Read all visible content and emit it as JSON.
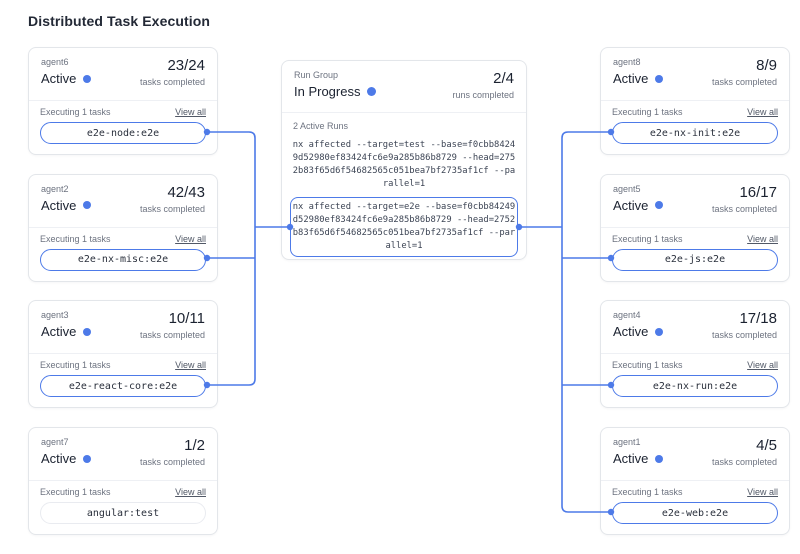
{
  "colors": {
    "accent": "#4d7ae8"
  },
  "title": "Distributed Task Execution",
  "left_agents": [
    {
      "name": "agent6",
      "status": "Active",
      "count": "23/24",
      "count_label": "tasks completed",
      "executing_label": "Executing 1 tasks",
      "view_all_label": "View all",
      "task": "e2e-node:e2e",
      "connected": true
    },
    {
      "name": "agent2",
      "status": "Active",
      "count": "42/43",
      "count_label": "tasks completed",
      "executing_label": "Executing 1 tasks",
      "view_all_label": "View all",
      "task": "e2e-nx-misc:e2e",
      "connected": true
    },
    {
      "name": "agent3",
      "status": "Active",
      "count": "10/11",
      "count_label": "tasks completed",
      "executing_label": "Executing 1 tasks",
      "view_all_label": "View all",
      "task": "e2e-react-core:e2e",
      "connected": true
    },
    {
      "name": "agent7",
      "status": "Active",
      "count": "1/2",
      "count_label": "tasks completed",
      "executing_label": "Executing 1 tasks",
      "view_all_label": "View all",
      "task": "angular:test",
      "connected": false
    }
  ],
  "right_agents": [
    {
      "name": "agent8",
      "status": "Active",
      "count": "8/9",
      "count_label": "tasks completed",
      "executing_label": "Executing 1 tasks",
      "view_all_label": "View all",
      "task": "e2e-nx-init:e2e",
      "connected": true
    },
    {
      "name": "agent5",
      "status": "Active",
      "count": "16/17",
      "count_label": "tasks completed",
      "executing_label": "Executing 1 tasks",
      "view_all_label": "View all",
      "task": "e2e-js:e2e",
      "connected": true
    },
    {
      "name": "agent4",
      "status": "Active",
      "count": "17/18",
      "count_label": "tasks completed",
      "executing_label": "Executing 1 tasks",
      "view_all_label": "View all",
      "task": "e2e-nx-run:e2e",
      "connected": true
    },
    {
      "name": "agent1",
      "status": "Active",
      "count": "4/5",
      "count_label": "tasks completed",
      "executing_label": "Executing 1 tasks",
      "view_all_label": "View all",
      "task": "e2e-web:e2e",
      "connected": true
    }
  ],
  "run_group": {
    "label": "Run Group",
    "status": "In Progress",
    "count": "2/4",
    "count_label": "runs completed",
    "active_runs_label": "2 Active Runs",
    "commands": [
      "nx affected --target=test --base=f0cbb84249d52980ef83424fc6e9a285b86b8729 --head=2752b83f65d6f54682565c051bea7bf2735af1cf --parallel=1",
      "nx affected --target=e2e --base=f0cbb84249d52980ef83424fc6e9a285b86b8729 --head=2752b83f65d6f54682565c051bea7bf2735af1cf --parallel=1"
    ]
  }
}
